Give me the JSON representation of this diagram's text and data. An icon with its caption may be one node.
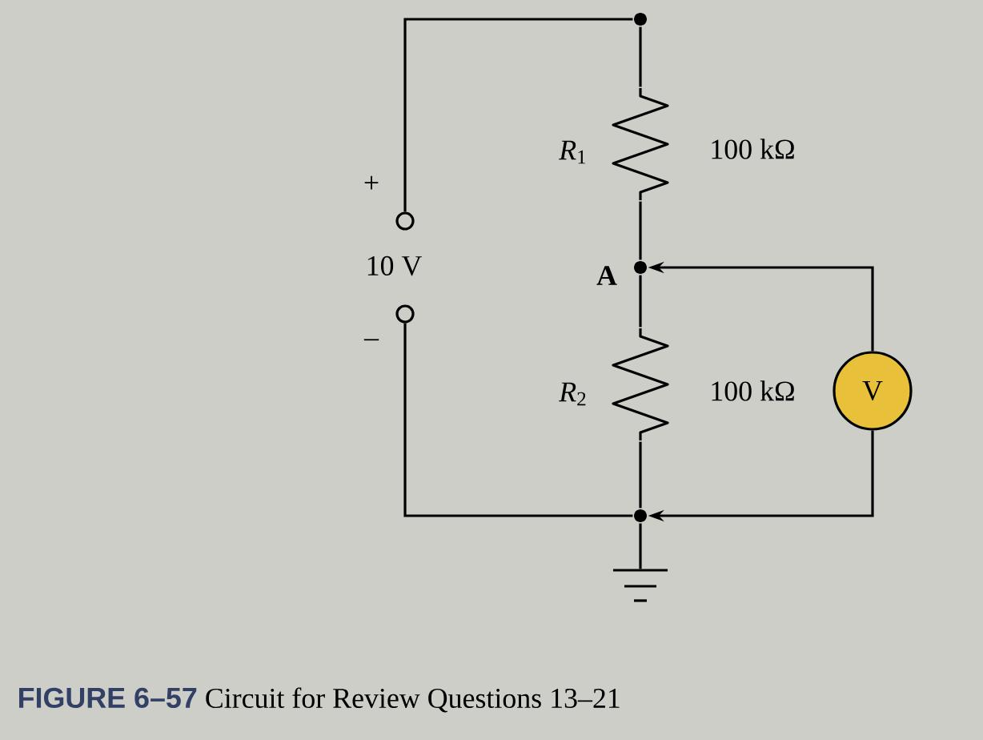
{
  "diagram": {
    "caption": "**FIGURE 6–57** Circuit for Review Questions 13–21",
    "nodes": [
      {
        "text": [],
        "shape": "circle",
        "beside": [
          "+"
        ]
      },
      {
        "text": [],
        "shape": "circle",
        "beside": [
          "–"
        ]
      },
      {
        "text": [],
        "shape": "dot"
      },
      {
        "text": [],
        "shape": "resistor",
        "beside": [
          "*R*$_{1}$",
          "100 kΩ"
        ]
      },
      {
        "text": [],
        "shape": "dot",
        "beside": [
          "A"
        ]
      },
      {
        "text": [],
        "shape": "resistor",
        "beside": [
          "*R*$_{2}$",
          "100 kΩ"
        ]
      },
      {
        "text": [],
        "shape": "dot"
      },
      {
        "text": [
          "V"
        ]
      },
      {
        "text": [],
        "shape": "ground"
      }
    ],
    "edges": [
      {
        "from": 0,
        "to": 2,
        "arrow": "none"
      },
      {
        "from": 2,
        "to": 3,
        "arrow": "none"
      },
      {
        "from": 3,
        "to": 4,
        "arrow": "none"
      },
      {
        "from": 4,
        "to": 5,
        "arrow": "none"
      },
      {
        "from": 5,
        "to": 6,
        "arrow": "none"
      },
      {
        "from": 1,
        "to": 6,
        "arrow": "none"
      },
      {
        "from": 7,
        "to": 4,
        "arrow": "to"
      },
      {
        "from": 7,
        "to": 6,
        "arrow": "to"
      },
      {
        "from": 6,
        "to": 8,
        "arrow": "none"
      }
    ],
    "labels": [
      "10 V"
    ]
  }
}
